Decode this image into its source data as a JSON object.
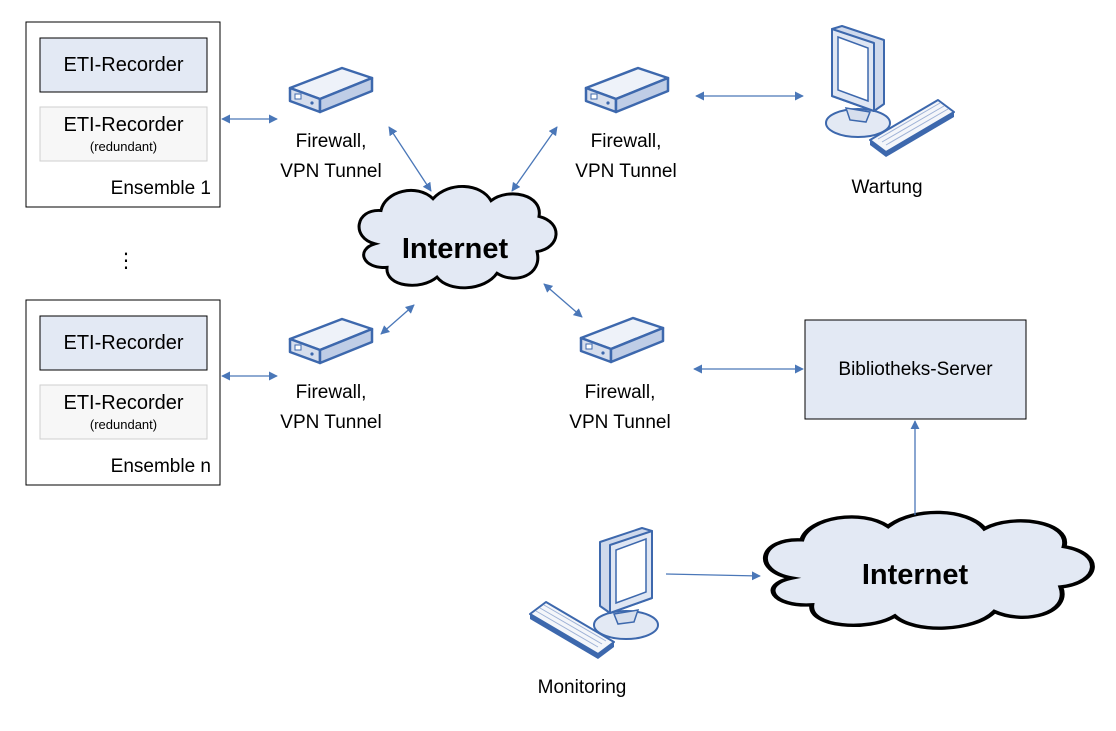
{
  "ensembles": [
    {
      "recorder_label": "ETI-Recorder",
      "redundant_label": "ETI-Recorder",
      "redundant_note": "(redundant)",
      "name": "Ensemble 1"
    },
    {
      "recorder_label": "ETI-Recorder",
      "redundant_label": "ETI-Recorder",
      "redundant_note": "(redundant)",
      "name": "Ensemble n"
    }
  ],
  "ellipsis": "⋮",
  "firewalls": [
    {
      "line1": "Firewall,",
      "line2": "VPN Tunnel"
    },
    {
      "line1": "Firewall,",
      "line2": "VPN Tunnel"
    },
    {
      "line1": "Firewall,",
      "line2": "VPN Tunnel"
    },
    {
      "line1": "Firewall,",
      "line2": "VPN Tunnel"
    }
  ],
  "clouds": [
    {
      "label": "Internet"
    },
    {
      "label": "Internet"
    }
  ],
  "workstations": [
    {
      "label": "Wartung",
      "icon": "computer-workstation-icon"
    },
    {
      "label": "Monitoring",
      "icon": "computer-workstation-icon"
    }
  ],
  "server": {
    "label": "Bibliotheks-Server"
  },
  "colors": {
    "arrow": "#4a77b8",
    "box_fill": "#e3e9f4",
    "device_body": "#d6deed",
    "device_outline": "#3d68ad"
  }
}
